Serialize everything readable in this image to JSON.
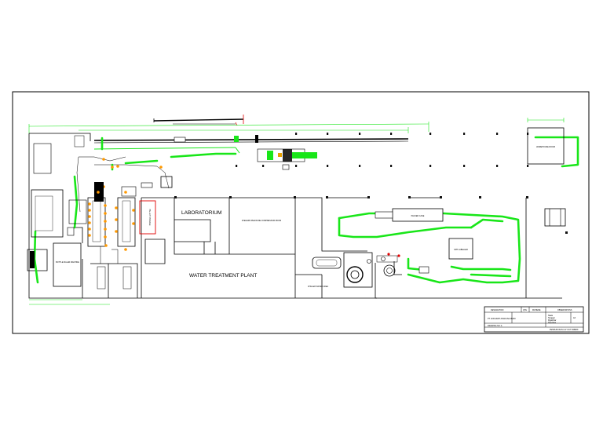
{
  "areas": {
    "laboratorium": "LABORATORIUM",
    "water_treatment": "WATER TREATMENT PLANT",
    "ateliers": "ATELIERS PEANCINE COMPRESSOR ROOM",
    "chiller": "CHILLER WATER AREA",
    "packer": "PACKER CASE",
    "labeller": "OPP LABELLER",
    "bottle_filler": "BOTTLE FILLER MACHINE",
    "warehouse": "WAREHOUSE ROOM",
    "pallet_storage": "PALLET STORAGE"
  },
  "title_block": {
    "row1": [
      "DESIGNATION",
      "QTE",
      "MATIERE",
      "OBSERVATIONS"
    ],
    "project": "PT. ANUGRAH ANGKASA ABADI",
    "drawing_no": "DRAWING NO: A",
    "scale": "Skala",
    "date": "Tanggal",
    "drawn": "Digambar",
    "checked": "Diperiksa",
    "sheet": "A3",
    "title": "PENDUDUKAN LAY OUT PABRIK"
  }
}
